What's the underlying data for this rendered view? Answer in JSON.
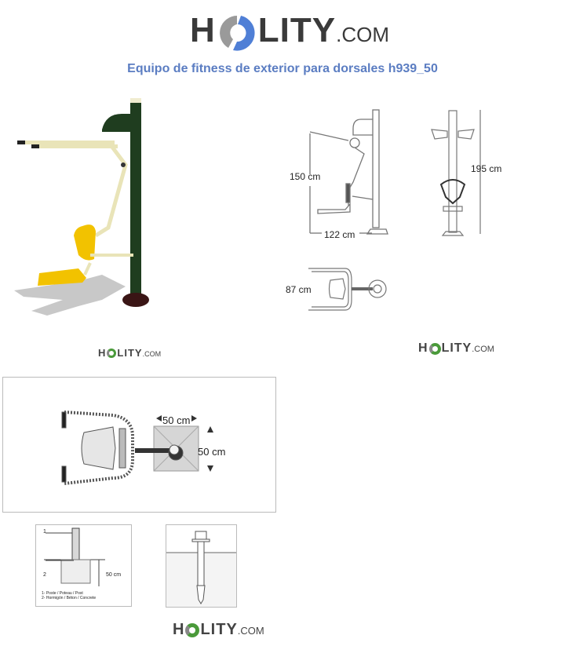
{
  "header": {
    "logo": {
      "prefix": "H",
      "mark": "O",
      "suffix": "LITY",
      "domain": ".COM",
      "colors": {
        "text": "#3a3a3a",
        "ring_grey": "#9a9a9a",
        "ring_blue": "#4f7fd6"
      }
    },
    "title": "Equipo de fitness de exterior para dorsales h939_50"
  },
  "product_image": {
    "alt": "outdoor-lat-pulldown-machine-render",
    "colors": {
      "post": "#1f3d1f",
      "arms": "#e9e4b8",
      "seat": "#f2c200"
    }
  },
  "side_drawing": {
    "height_label": "150 cm",
    "length_label": "122 cm"
  },
  "front_drawing": {
    "height_label": "195 cm"
  },
  "top_drawing": {
    "width_label": "87 cm"
  },
  "watermarks": [
    {
      "prefix": "H",
      "suffix": "LITY",
      "domain": ".COM",
      "ring_color": "#4a9a3a"
    },
    {
      "prefix": "H",
      "suffix": "LITY",
      "domain": ".COM",
      "ring_color": "#4a9a3a"
    },
    {
      "prefix": "H",
      "suffix": "LITY",
      "domain": ".COM",
      "ring_color": "#4a9a3a"
    }
  ],
  "footprint": {
    "width_label": "50 cm",
    "depth_label": "50 cm"
  },
  "foundation": {
    "marker_1": "1",
    "marker_2": "2",
    "depth_label": "50 cm",
    "legend_1": "1- Poste / Poteau / Post",
    "legend_2": "2- Hormigón / Béton / Concrete"
  }
}
